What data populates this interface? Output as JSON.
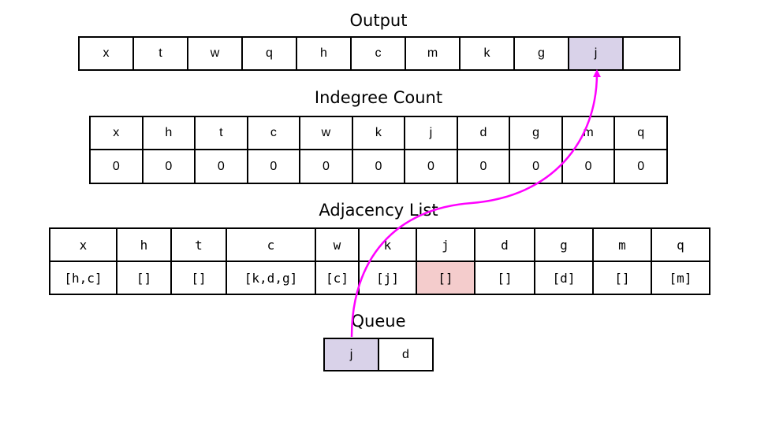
{
  "output": {
    "title": "Output",
    "cells": [
      "x",
      "t",
      "w",
      "q",
      "h",
      "c",
      "m",
      "k",
      "g",
      "j",
      ""
    ],
    "highlight_index": 9
  },
  "indegree": {
    "title": "Indegree Count",
    "nodes": [
      "x",
      "h",
      "t",
      "c",
      "w",
      "k",
      "j",
      "d",
      "g",
      "m",
      "q"
    ],
    "counts": [
      "0",
      "0",
      "0",
      "0",
      "0",
      "0",
      "0",
      "0",
      "0",
      "0",
      "0"
    ]
  },
  "adjacency": {
    "title": "Adjacency List",
    "nodes": [
      "x",
      "h",
      "t",
      "c",
      "w",
      "k",
      "j",
      "d",
      "g",
      "m",
      "q"
    ],
    "lists": [
      "[h,c]",
      "[]",
      "[]",
      "[k,d,g]",
      "[c]",
      "[j]",
      "[]",
      "[]",
      "[d]",
      "[]",
      "[m]"
    ],
    "highlight_index": 6
  },
  "queue": {
    "title": "Queue",
    "cells": [
      "j",
      "d"
    ],
    "highlight_index": 0
  },
  "colors": {
    "highlight_purple": "#d9d2e9",
    "highlight_red": "#f4cccc",
    "arrow": "#ff00ff"
  }
}
